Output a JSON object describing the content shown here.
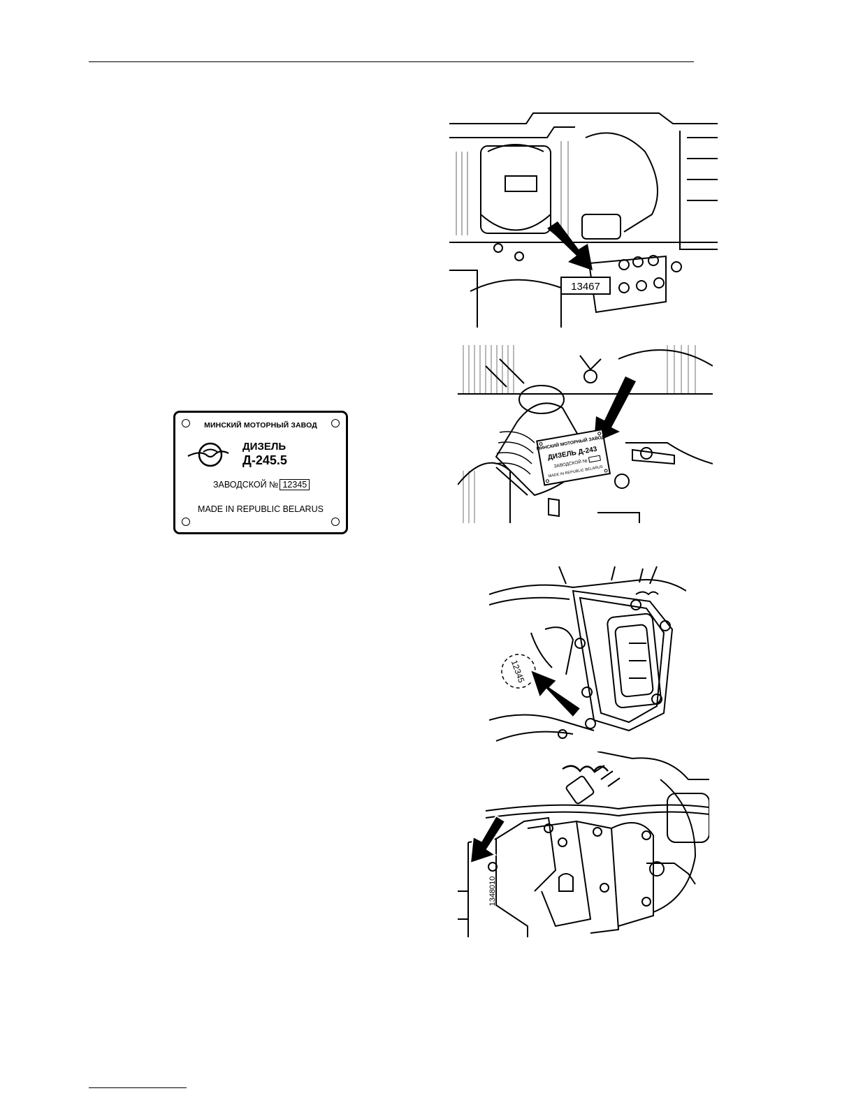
{
  "nameplate": {
    "manufacturer": "МИНСКИЙ МОТОРНЫЙ ЗАВОД",
    "product": "ДИЗЕЛЬ",
    "model": "Д-245.5",
    "serial_label": "ЗАВОДСКОЙ №",
    "serial_number": "12345",
    "origin": "MADE IN REPUBLIC BELARUS"
  },
  "figures": {
    "engine_block_number": "13467",
    "engine_plate_line1": "МИНСКИЙ МОТОРНЫЙ ЗАВОД",
    "engine_plate_line2": "ДИЗЕЛЬ Д-243",
    "engine_plate_line3": "ЗАВОДСКОЙ №",
    "engine_plate_line4": "MADE IN REPUBLIC BELARUS",
    "head_number": "12345",
    "housing_number": "1348010"
  }
}
